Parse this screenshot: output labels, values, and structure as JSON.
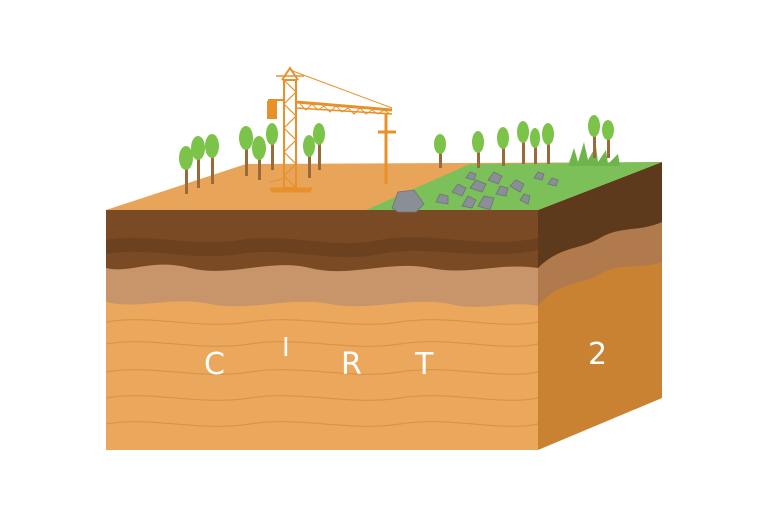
{
  "labels": {
    "front_1": "C",
    "front_2": "I",
    "front_3": "R",
    "front_4": "T",
    "side_1": "2"
  },
  "colors": {
    "background": "#ffffff",
    "top_dirt": "#e8a458",
    "top_grass": "#7cc05a",
    "front_topsoil": "#7a4a25",
    "front_topsoil_dark": "#5e3a1d",
    "front_sand_band": "#c8956a",
    "front_subsoil": "#eba85c",
    "side_topsoil": "#5e3a1d",
    "side_band": "#b07a4c",
    "side_subsoil": "#c98232",
    "crane": "#e8902a",
    "tree_leaf": "#7cc34a",
    "tree_trunk": "#9b6a3c",
    "rock": "#8a8f96"
  },
  "icons": {
    "crane": "tower-crane-icon",
    "tree": "tree-icon",
    "rock": "rock-icon",
    "grass": "grass-tuft-icon"
  }
}
